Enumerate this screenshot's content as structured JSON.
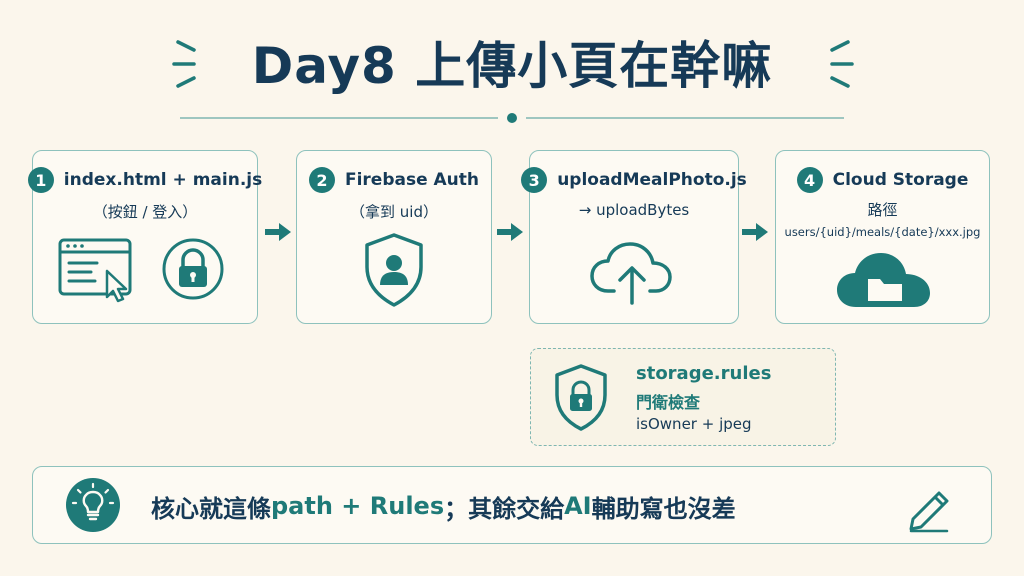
{
  "title": "Day8 上傳小頁在幹嘛",
  "steps": [
    {
      "number": "1",
      "title": "index.html + main.js",
      "subtitle": "（按鈕 / 登入）",
      "icons": [
        "browser-window-icon",
        "cursor-icon",
        "lock-icon"
      ]
    },
    {
      "number": "2",
      "title": "Firebase Auth",
      "subtitle": "（拿到 uid）",
      "icons": [
        "shield-user-icon"
      ]
    },
    {
      "number": "3",
      "title": "uploadMealPhoto.js",
      "subtitle": "→ uploadBytes",
      "icons": [
        "cloud-upload-icon"
      ]
    },
    {
      "number": "4",
      "title": "Cloud Storage",
      "subtitle": "路徑",
      "path": "users/{uid}/meals/{date}/xxx.jpg",
      "icons": [
        "cloud-folder-icon"
      ]
    }
  ],
  "rules": {
    "title": "storage.rules",
    "subtitle": "門衛檢查",
    "note": "isOwner + jpeg",
    "icon": "shield-lock-icon"
  },
  "banner": {
    "text_part1": "核心就這條 ",
    "text_part2": "path + Rules",
    "text_part3": "；其餘交給 ",
    "text_part4": "AI",
    "text_part5": " 輔助寫也沒差",
    "left_icon": "lightbulb-icon",
    "right_icon": "pencil-icon"
  },
  "colors": {
    "background": "#fbf6ec",
    "title": "#163a57",
    "accent": "#1f7a78",
    "border": "#8ec2bd"
  }
}
